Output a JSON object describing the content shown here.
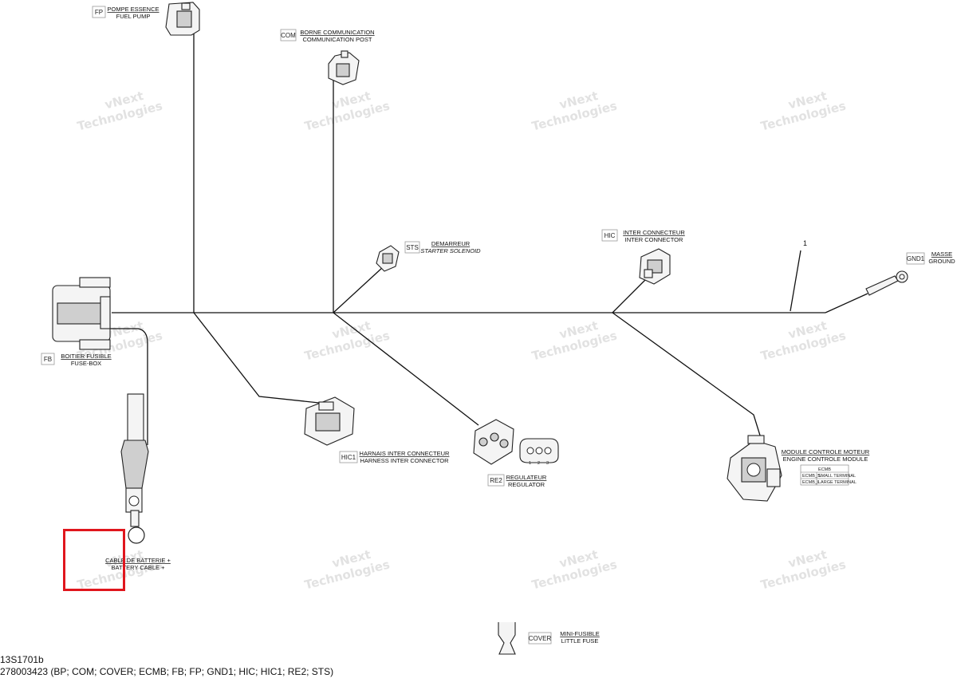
{
  "components": {
    "fp": {
      "code": "FP",
      "fr": "POMPE ESSENCE",
      "en": "FUEL PUMP"
    },
    "com": {
      "code": "COM",
      "fr": "BORNE COMMUNICATION",
      "en": "COMMUNICATION POST"
    },
    "sts": {
      "code": "STS",
      "fr": "DEMARREUR",
      "en": "STARTER SOLENOID"
    },
    "hic": {
      "code": "HIC",
      "fr": "INTER CONNECTEUR",
      "en": "INTER CONNECTOR"
    },
    "gnd1": {
      "code": "GND1",
      "fr": "MASSE",
      "en": "GROUND"
    },
    "fb": {
      "code": "FB",
      "fr": "BOITIER FUSIBLE",
      "en": "FUSE-BOX"
    },
    "hic1": {
      "code": "HIC1",
      "fr": "HARNAIS INTER CONNECTEUR",
      "en": "HARNESS INTER CONNECTOR"
    },
    "re2": {
      "code": "RE2",
      "fr": "REGULATEUR",
      "en": "REGULATOR"
    },
    "ecmb": {
      "code": "ECMB",
      "fr": "MODULE CONTROLE MOTEUR",
      "en": "ENGINE CONTROLE MODULE"
    },
    "bp": {
      "fr": "CABLE DE BATTERIE +",
      "en": "BATTERY CABLE +"
    },
    "cover": {
      "code": "COVER",
      "fr": "MINI-FUSIBLE",
      "en": "LITTLE FUSE"
    }
  },
  "ecmb_table": {
    "header": "ECMB",
    "rows": [
      {
        "pin": "ECMB_S",
        "desc": "SMALL TERMINAL"
      },
      {
        "pin": "ECMB_L",
        "desc": "LARGE TERMINAL"
      }
    ]
  },
  "wire_number": "1",
  "re2_pins": [
    "1",
    "2",
    "3"
  ],
  "watermark": {
    "line1": "vNext",
    "line2": "Technologies"
  },
  "footer": {
    "drawing_id": "13S1701b",
    "part_info": "278003423 (BP; COM; COVER; ECMB; FB; FP; GND1; HIC; HIC1; RE2; STS)"
  },
  "colors": {
    "highlight": "#e0161d",
    "wire": "#111111",
    "watermark": "#b9b9b9"
  }
}
